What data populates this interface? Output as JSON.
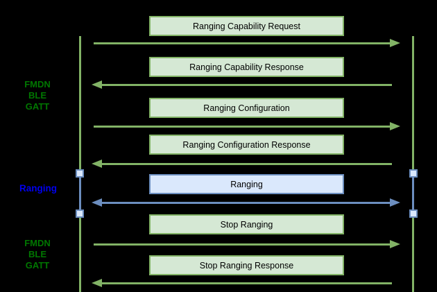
{
  "canvas": {
    "background": "#000000"
  },
  "colors": {
    "canvas_bg": "#000000",
    "green_fill": "#d5e8d4",
    "green_stroke": "#82b366",
    "blue_fill": "#dae8fc",
    "blue_stroke": "#6c8ebf",
    "label_green": "#007700",
    "label_blue": "#0000EE"
  },
  "phase_labels": [
    {
      "lines": [
        "FMDN",
        "BLE",
        "GATT"
      ],
      "color": "#007700"
    },
    {
      "lines": [
        "Ranging"
      ],
      "color": "#0000EE"
    },
    {
      "lines": [
        "FMDN",
        "BLE",
        "GATT"
      ],
      "color": "#007700"
    }
  ],
  "messages": [
    {
      "label": "Ranging Capability Request",
      "direction": "right",
      "theme": "green"
    },
    {
      "label": "Ranging Capability Response",
      "direction": "left",
      "theme": "green"
    },
    {
      "label": "Ranging Configuration",
      "direction": "right",
      "theme": "green"
    },
    {
      "label": "Ranging Configuration Response",
      "direction": "left",
      "theme": "green"
    },
    {
      "label": "Ranging",
      "direction": "both",
      "theme": "blue"
    },
    {
      "label": "Stop Ranging",
      "direction": "right",
      "theme": "green"
    },
    {
      "label": "Stop Ranging Response",
      "direction": "left",
      "theme": "green"
    }
  ]
}
